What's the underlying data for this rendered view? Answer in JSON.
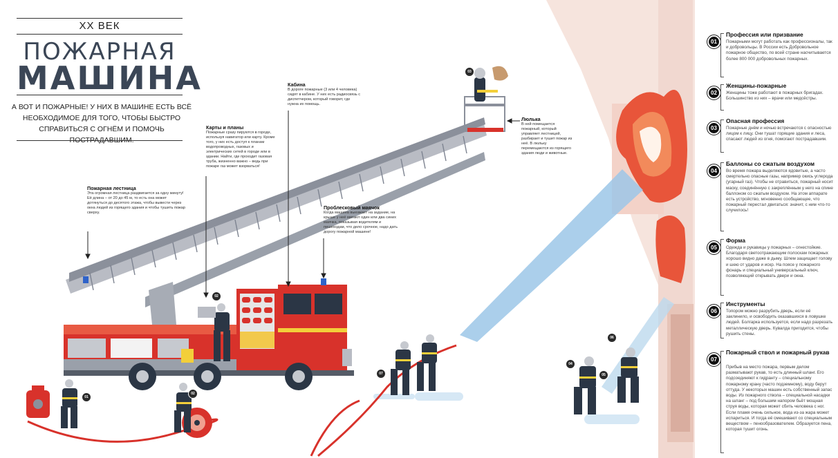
{
  "header": {
    "era": "XX ВЕК",
    "title_line1": "ПОЖАРНАЯ",
    "title_line2": "МАШИНА",
    "lead": "А вот и пожарные! У них в машине есть всё необходимое для того, чтобы быстро справиться с огнём и помочь пострадавшим."
  },
  "callouts": {
    "ladder": {
      "title": "Пожарная лестница",
      "text": "Эта огромная лестница раздвигается за одну минуту! Её длина – от 20 до 45 м, то есть она может дотянуться до десятого этажа, чтобы вывести через окна людей из горящего здания и чтобы тушить пожар сверху."
    },
    "maps": {
      "title": "Карты и планы",
      "text": "Пожарные сразу пируются в городе, используя навигатор или карту. Кроме того, у них есть доступ к планам водопроводных, газовых и электрических сетей в городе или в здании. Найти, где проходит газовая труба, жизненно важно – ведь при пожаре газ может взорваться!"
    },
    "cabin": {
      "title": "Кабина",
      "text": "В дороге пожарные (3 или 4 человека) сидят в кабине. У них есть радиосвязь с диспетчером, который говорит, где нужна их помощь."
    },
    "beacon": {
      "title": "Проблесковый маячок",
      "text": "Когда машина выезжает на задание, на крыше у неё мигают один или два синих маячка, показывая водителям и пешеходам, что дело срочное, надо дать дорогу пожарной машине!"
    },
    "cradle": {
      "title": "Люлька",
      "text": "В ней помещается пожарный, который управляет лестницей, разбирает и тушит пожар из неё. В люльку перемещаются из горящего здания люди и животные."
    }
  },
  "items": [
    {
      "num": "01",
      "title": "Профессия или призвание",
      "text": "Пожарными могут работать как профессионалы, так и добровольцы. В России есть Добровольное пожарное общество, по всей стране насчитывается более 800 000 добровольных пожарных."
    },
    {
      "num": "02",
      "title": "Женщины-пожарные",
      "text": "Женщины тоже работают в пожарных бригадах. Большинство из них – врачи или медсёстры."
    },
    {
      "num": "03",
      "title": "Опасная профессия",
      "text": "Пожарные днём и ночью встречаются с опасностью лицом к лицу. Они тушат горящие здания и леса, спасают людей из огня, помогают пострадавшим."
    },
    {
      "num": "04",
      "title": "Баллоны со сжатым воздухом",
      "text": "Во время пожара выделяются ядовитые, а часто смертельно опасные газы, например окись углерода (угарный газ). Чтобы не отравиться, пожарный носит маску, соединённую с закреплённым у него на спине баллоном со сжатым воздухом. На этом аппарате есть устройство, мгновенно сообщающее, что пожарный перестал двигаться: значит, с ним что-то случилось!"
    },
    {
      "num": "05",
      "title": "Форма",
      "text": "Одежда и рукавицы у пожарных – огнестойкие. Благодаря светоотражающим полоскам пожарных хорошо видно даже в дыму. Шлем защищает голову и шею от ударов и искр. На поясе у пожарного фонарь и специальный универсальный ключ, позволяющий открывать двери и окна."
    },
    {
      "num": "06",
      "title": "Инструменты",
      "text": "Топором можно разрубить дверь, если её заклинило, и освободить оказавшихся в ловушке людей. Болгарка используется, если надо разрезать металлическую дверь. Кувалда пригодится, чтобы рушить стены."
    },
    {
      "num": "07",
      "title": "Пожарный ствол и пожарный рукав",
      "text": "Прибыв на место пожара, первым делом разматывают рукав, то есть длинный шланг. Его подсоединяют к гидранту – специальному пожарному крану (часто подземному), воду берут оттуда. У некоторых машин есть собственный запас воды. Из пожарного ствола – специальной насадки на шланг – под большим напором бьёт мощная струя воды, которая может сбить человека с ног. Если пламя очень сильное, вода из-за жара может испариться. И тогда её смешивают со специальным веществом – пенообразователем. Образуется пена, которая тушит огонь."
    }
  ],
  "figure_badges": {
    "hydrant": "01",
    "reel": "02",
    "maps_worker": "02",
    "hose_team": "07",
    "axe": "06",
    "mask": "04",
    "kneel": "05",
    "cradle": "03"
  },
  "colors": {
    "truck_red": "#d8322b",
    "dark": "#2b3645",
    "ladder_gray": "#b9bcc4",
    "beacon_blue": "#2f63c9",
    "water": "#9cc7e8",
    "fire": "#e8553a",
    "wall": "#f4e3dc"
  }
}
